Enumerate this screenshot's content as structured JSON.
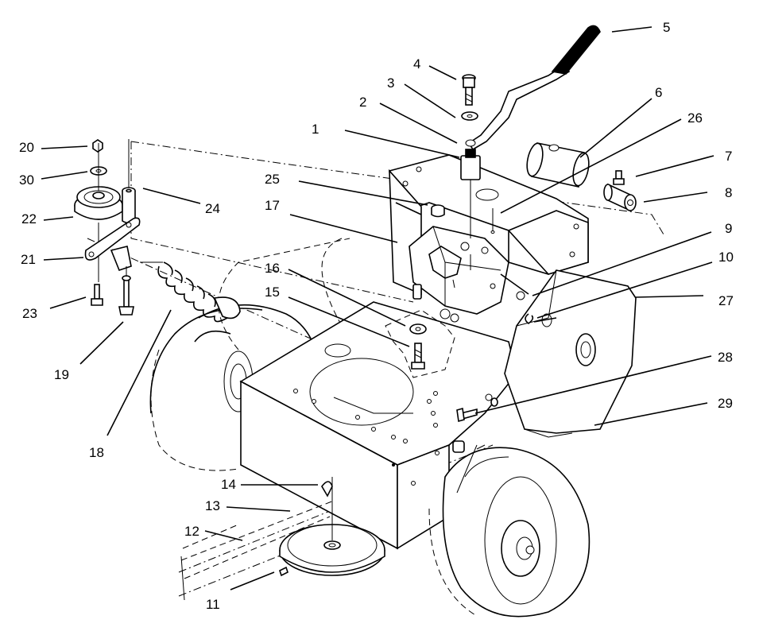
{
  "callouts": [
    {
      "id": "c1",
      "text": "1"
    },
    {
      "id": "c2",
      "text": "2"
    },
    {
      "id": "c3",
      "text": "3"
    },
    {
      "id": "c4",
      "text": "4"
    },
    {
      "id": "c5",
      "text": "5"
    },
    {
      "id": "c6",
      "text": "6"
    },
    {
      "id": "c7",
      "text": "7"
    },
    {
      "id": "c8",
      "text": "8"
    },
    {
      "id": "c9",
      "text": "9"
    },
    {
      "id": "c10",
      "text": "10"
    },
    {
      "id": "c11",
      "text": "11"
    },
    {
      "id": "c12",
      "text": "12"
    },
    {
      "id": "c13",
      "text": "13"
    },
    {
      "id": "c14",
      "text": "14"
    },
    {
      "id": "c15",
      "text": "15"
    },
    {
      "id": "c16",
      "text": "16"
    },
    {
      "id": "c17",
      "text": "17"
    },
    {
      "id": "c18",
      "text": "18"
    },
    {
      "id": "c19",
      "text": "19"
    },
    {
      "id": "c20",
      "text": "20"
    },
    {
      "id": "c21",
      "text": "21"
    },
    {
      "id": "c22",
      "text": "22"
    },
    {
      "id": "c23",
      "text": "23"
    },
    {
      "id": "c24",
      "text": "24"
    },
    {
      "id": "c25",
      "text": "25"
    },
    {
      "id": "c26",
      "text": "26"
    },
    {
      "id": "c27",
      "text": "27"
    },
    {
      "id": "c28",
      "text": "28"
    },
    {
      "id": "c29",
      "text": "29"
    },
    {
      "id": "c30",
      "text": "30"
    }
  ]
}
